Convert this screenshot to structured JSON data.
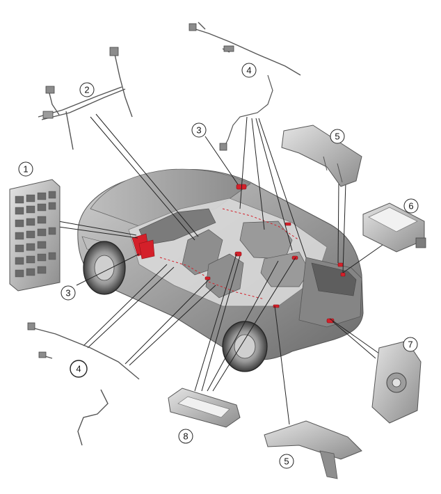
{
  "diagram": {
    "colors": {
      "body": "#9a9a9a",
      "body_dark": "#6d6d6d",
      "body_light": "#c9c9c9",
      "highlight": "#d4202a",
      "line": "#222222",
      "component": "#bdbdbd"
    },
    "callouts": [
      {
        "id": "c1",
        "label": "1"
      },
      {
        "id": "c2",
        "label": "2"
      },
      {
        "id": "c3a",
        "label": "3"
      },
      {
        "id": "c3b",
        "label": "3"
      },
      {
        "id": "c4a",
        "label": "4"
      },
      {
        "id": "c4b",
        "label": "4"
      },
      {
        "id": "c5a",
        "label": "5"
      },
      {
        "id": "c5b",
        "label": "5"
      },
      {
        "id": "c6",
        "label": "6"
      },
      {
        "id": "c7",
        "label": "7"
      },
      {
        "id": "c8",
        "label": "8"
      }
    ]
  }
}
